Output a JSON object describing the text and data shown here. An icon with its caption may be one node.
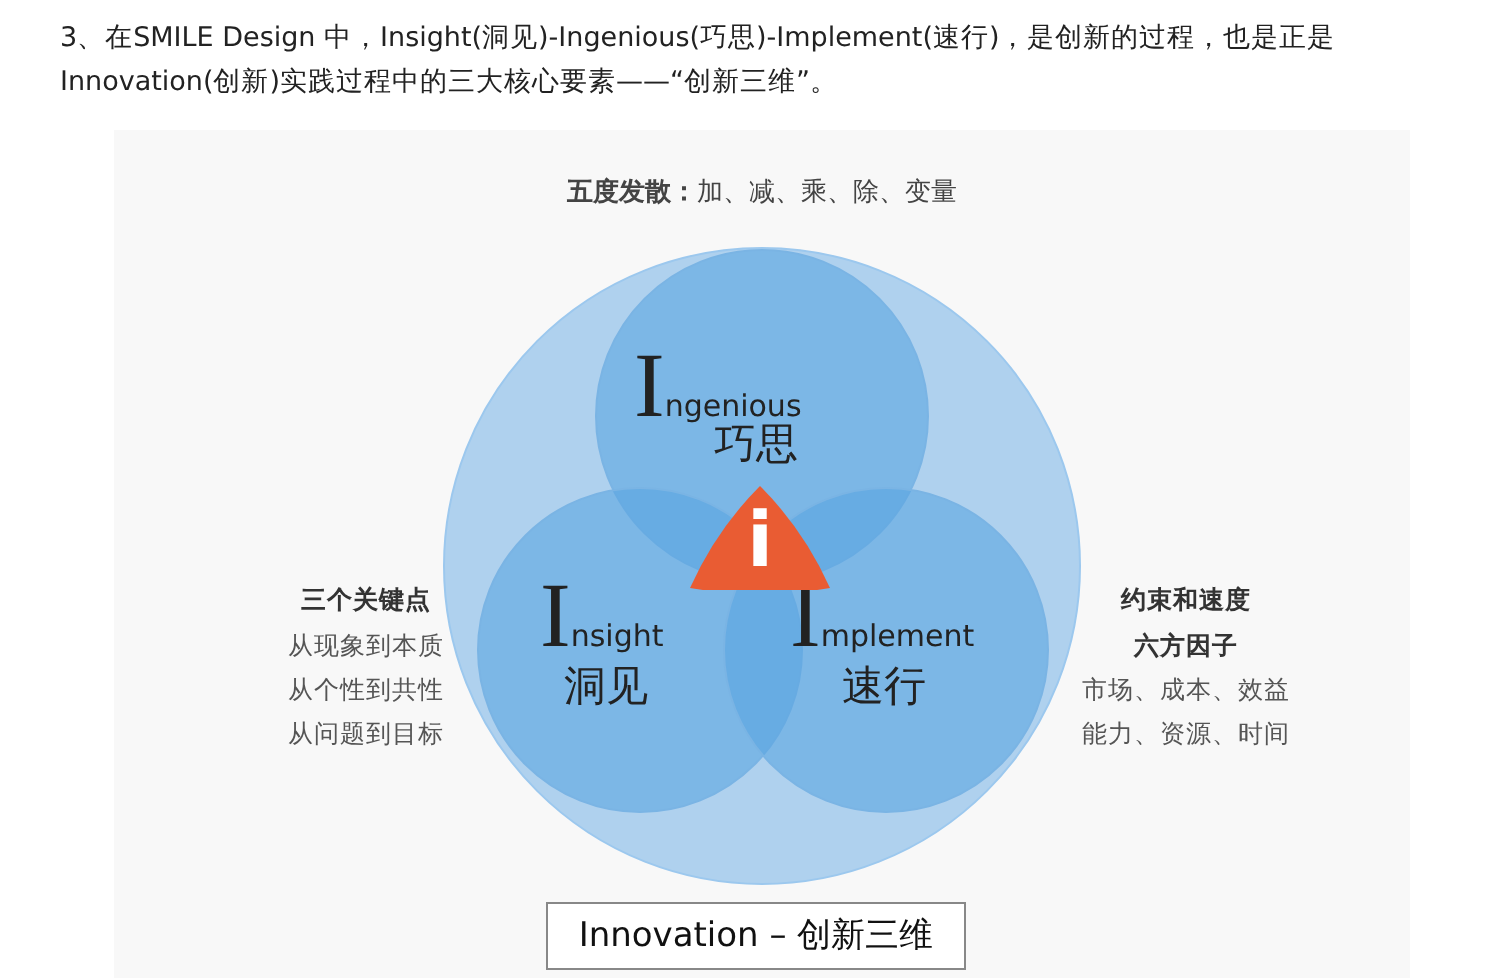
{
  "diagram": {
    "title": "3、在SMILE Design 中，Insight(洞见)-Ingenious(巧思)-Implement(速行)，是创新的过程，也是正是Innovation(创新)实践过程中的三大核心要素——“创新三维”。",
    "nodes": [
      {
        "text": [
          "**五度发散：**加、减、乘、除、变量"
        ]
      },
      {
        "text": [
          "Ingenious",
          "巧思"
        ],
        "in": 0
      },
      {
        "text": [
          "Insight",
          "洞见"
        ],
        "in": 0
      },
      {
        "text": [
          "Implement",
          "速行"
        ],
        "in": 0
      },
      {
        "text": [
          "i"
        ],
        "in": 0
      },
      {
        "text": [
          "Innovation – 创新三维"
        ]
      }
    ],
    "edges": [],
    "labels": [
      "三个关键点",
      "从现象到本质",
      "从个性到共性",
      "从问题到目标",
      "约束和速度",
      "六方因子",
      "市场、成本、效益",
      "能力、资源、时间"
    ]
  }
}
